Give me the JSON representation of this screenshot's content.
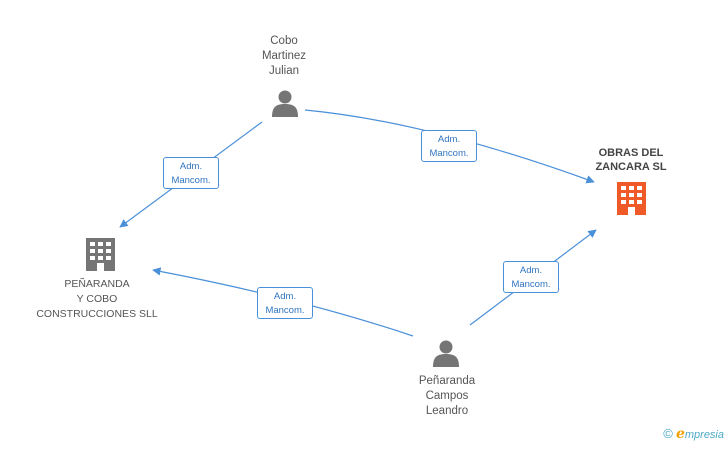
{
  "nodes": {
    "person_top": {
      "lines": [
        "Cobo",
        "Martinez",
        "Julian"
      ],
      "icon": "person-icon"
    },
    "person_bottom": {
      "lines": [
        "Peñaranda",
        "Campos",
        "Leandro"
      ],
      "icon": "person-icon"
    },
    "company_left": {
      "lines": [
        "PEÑARANDA",
        "Y COBO",
        "CONSTRUCCIONES SLL"
      ],
      "icon": "building-icon"
    },
    "company_right": {
      "lines": [
        "OBRAS DEL",
        "ZANCARA SL"
      ],
      "icon": "building-icon"
    }
  },
  "edges": [
    {
      "id": "e1",
      "lines": [
        "Adm.",
        "Mancom."
      ]
    },
    {
      "id": "e2",
      "lines": [
        "Adm.",
        "Mancom."
      ]
    },
    {
      "id": "e3",
      "lines": [
        "Adm.",
        "Mancom."
      ]
    },
    {
      "id": "e4",
      "lines": [
        "Adm.",
        "Mancom."
      ]
    }
  ],
  "colors": {
    "edge": "#4a90d9",
    "person": "#757575",
    "company": "#757575",
    "company_highlight": "#f05a28"
  },
  "brand": {
    "copyright": "©",
    "initial": "e",
    "name": "mpresia"
  }
}
